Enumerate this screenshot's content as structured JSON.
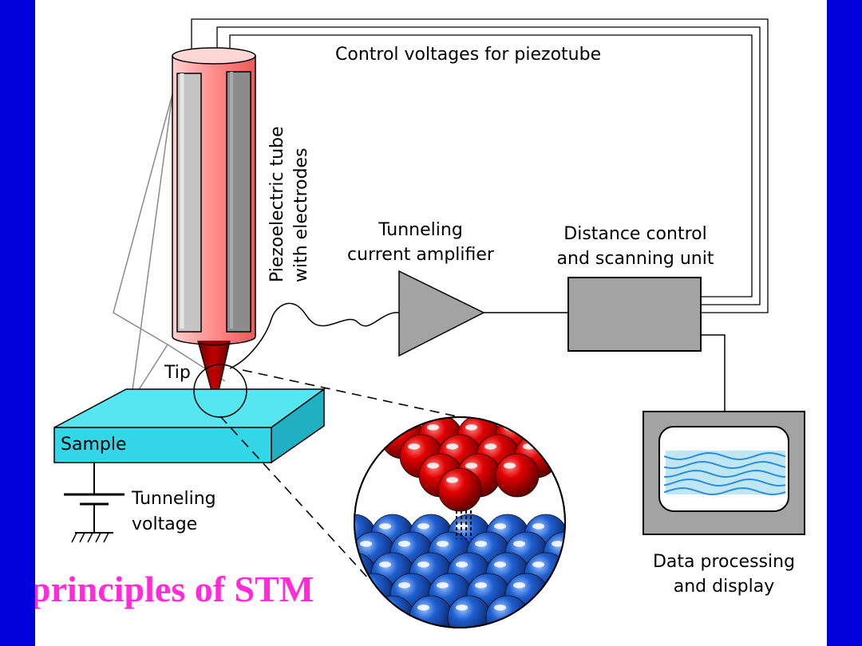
{
  "labels": {
    "control_voltages": "Control voltages for piezotube",
    "piezo_tube_line1": "Piezoelectric tube",
    "piezo_tube_line2": "with electrodes",
    "amplifier_line1": "Tunneling",
    "amplifier_line2": "current amplifier",
    "distance_control_line1": "Distance control",
    "distance_control_line2": "and scanning unit",
    "tip": "Tip",
    "sample": "Sample",
    "tunneling_voltage_line1": "Tunneling",
    "tunneling_voltage_line2": "voltage",
    "data_processing_line1": "Data processing",
    "data_processing_line2": "and display"
  },
  "caption": "principles of STM",
  "colors": {
    "frame": "#0000d8",
    "piezo_tube": "#ff9a9a",
    "electrode": "#a8a8a8",
    "tip": "#b00000",
    "sample": "#33d6e6",
    "unit_box": "#a3a3a3",
    "tip_atoms": "#cc0000",
    "sample_atoms": "#1a55c8",
    "screen_trace": "#2a8fd8",
    "caption": "#ff2bd6"
  }
}
